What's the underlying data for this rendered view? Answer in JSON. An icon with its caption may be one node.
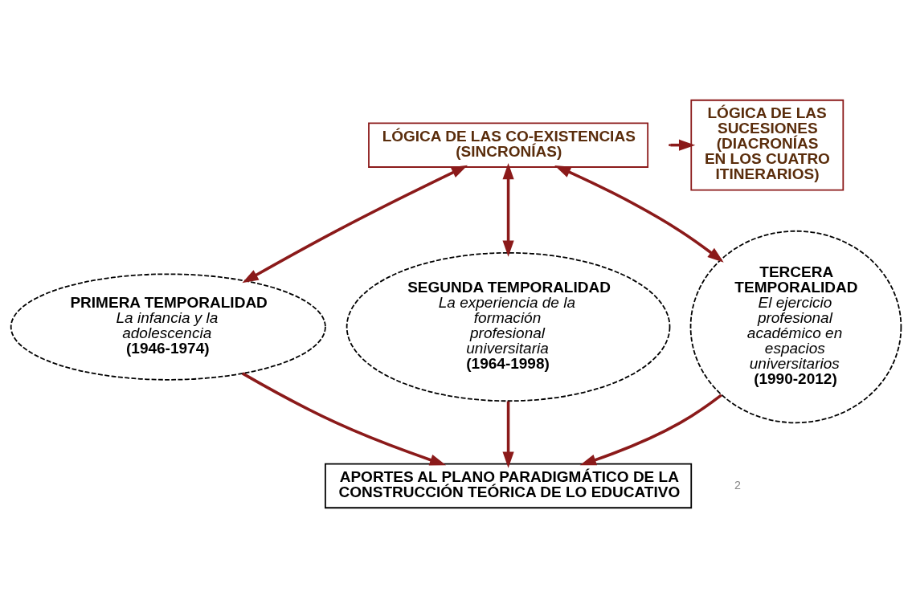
{
  "diagram": {
    "nodes": [
      {
        "text": [
          "LÓGICA DE LAS CO-EXISTENCIAS (SINCRONÍAS)"
        ]
      },
      {
        "text": [
          "PRIMERA TEMPORALIDAD",
          "La infancia y la adolescencia",
          "(1946-1974)"
        ]
      },
      {
        "text": [
          "SEGUNDA TEMPORALIDAD",
          "La experiencia de la formación profesional universitaria",
          "(1964-1998)"
        ]
      },
      {
        "text": [
          "TERCERA TEMPORALIDAD",
          "El ejercicio profesional académico en espacios universitarios",
          "(1990-2012)"
        ]
      },
      {
        "text": [
          "LÓGICA DE LAS SUCESIONES (DIACRONÍAS EN LOS CUATRO ITINERARIOS)"
        ]
      },
      {
        "text": [
          "APORTES AL PLANO PARADIGMÁTICO DE LA CONSTRUCCIÓN TEÓRICA DE LO EDUCATIVO"
        ]
      }
    ],
    "edges": [
      {
        "from": 0,
        "to": 1,
        "arrow": "both"
      },
      {
        "from": 0,
        "to": 2,
        "arrow": "both"
      },
      {
        "from": 0,
        "to": 3,
        "arrow": "both"
      },
      {
        "from": 1,
        "to": 5,
        "arrow": "to"
      },
      {
        "from": 2,
        "to": 5,
        "arrow": "to"
      },
      {
        "from": 3,
        "to": 5,
        "arrow": "to"
      },
      {
        "from": null,
        "to": 4,
        "arrow": "to"
      }
    ],
    "labels": [
      "2"
    ]
  }
}
